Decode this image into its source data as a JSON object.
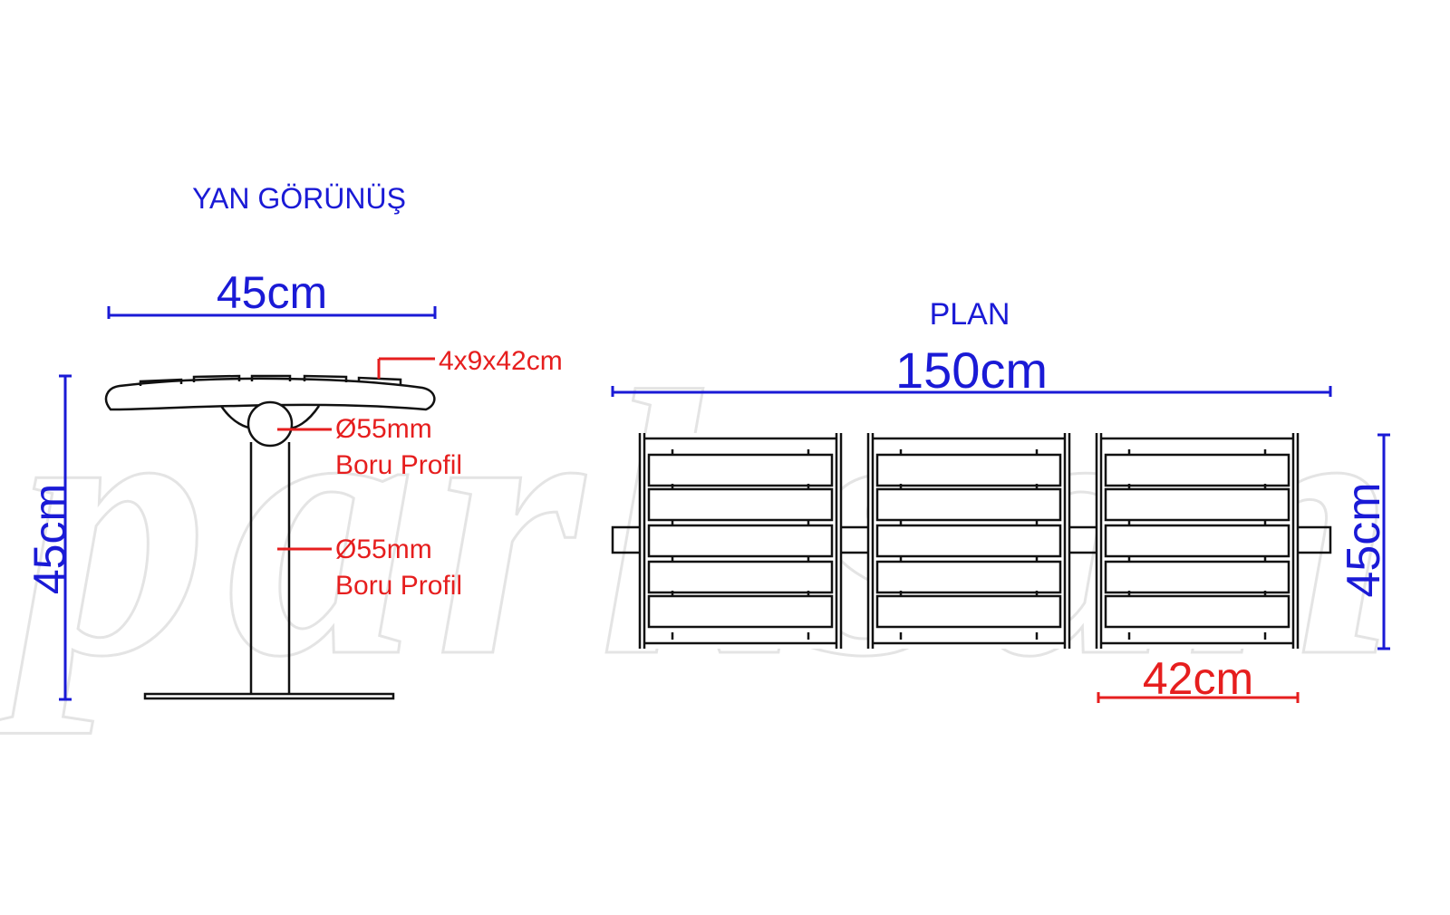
{
  "watermark": "parksan",
  "side_view": {
    "title": "YAN GÖRÜNÜŞ",
    "width_dim": "45cm",
    "height_dim": "45cm",
    "slat_label": "4x9x42cm",
    "pipe_top_line1": "Ø55mm",
    "pipe_top_line2": "Boru Profil",
    "pipe_post_line1": "Ø55mm",
    "pipe_post_line2": "Boru Profil"
  },
  "plan_view": {
    "title": "PLAN",
    "length_dim": "150cm",
    "depth_dim": "45cm",
    "module_dim": "42cm"
  },
  "colors": {
    "dimension_blue": "#1a1ad6",
    "annotation_red": "#e61e1e",
    "line_black": "#111111"
  }
}
